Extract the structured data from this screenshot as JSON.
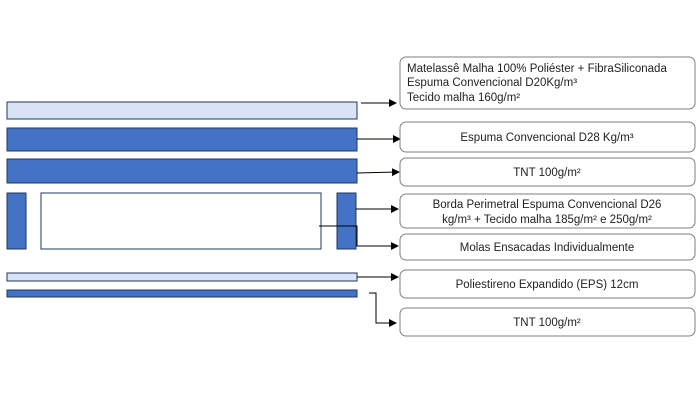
{
  "diagram": {
    "colors": {
      "dark_layer": "#4472c4",
      "light_layer": "#dae3f3",
      "outline": "#1f3763",
      "connector": "#000000",
      "box_border": "#7f7f7f"
    },
    "labels": [
      {
        "id": "matelasse",
        "lines": [
          "Matelassê Malha 100% Poliéster + FibraSiliconada",
          "Espuma Convencional D20Kg/m³",
          "Tecido malha 160g/m²"
        ]
      },
      {
        "id": "espuma-d28",
        "lines": [
          "Espuma Convencional D28 Kg/m³"
        ]
      },
      {
        "id": "tnt-top",
        "lines": [
          "TNT 100g/m²"
        ]
      },
      {
        "id": "borda-perimetral",
        "lines": [
          "Borda Perimetral Espuma Convencional D26",
          "kg/m³ + Tecido malha 185g/m² e 250g/m²"
        ]
      },
      {
        "id": "molas",
        "lines": [
          "Molas Ensacadas Individualmente"
        ]
      },
      {
        "id": "eps",
        "lines": [
          "Poliestireno Expandido (EPS) 12cm"
        ]
      },
      {
        "id": "tnt-bottom",
        "lines": [
          "TNT 100g/m²"
        ]
      }
    ]
  }
}
